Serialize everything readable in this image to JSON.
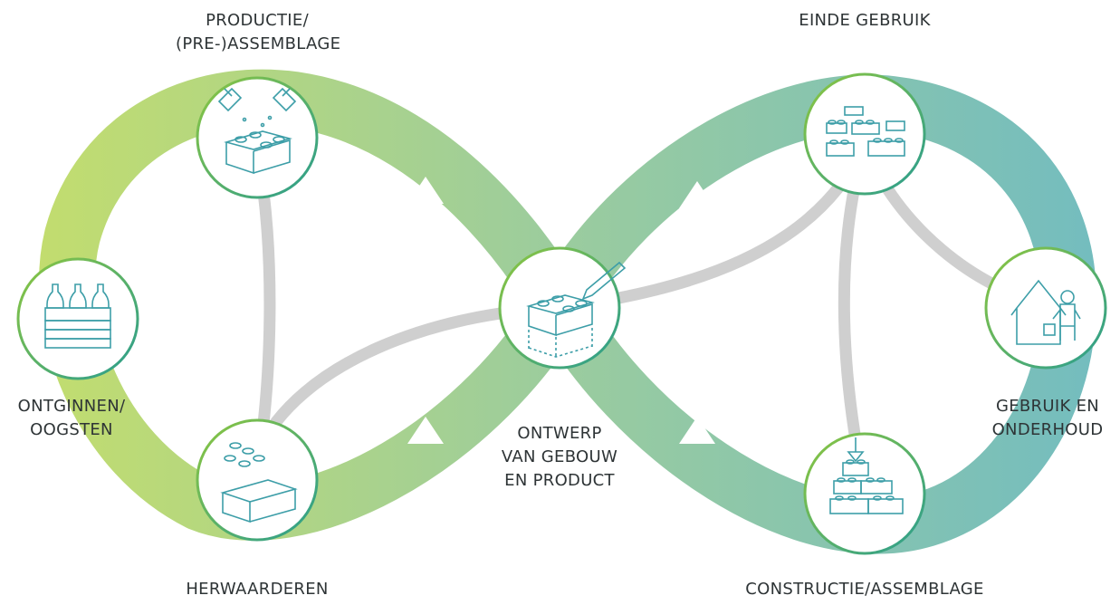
{
  "diagram": {
    "colors": {
      "band_start": "#c5de6b",
      "band_mid": "#9bcc9e",
      "band_end": "#72bcc0",
      "connector": "#cfcfcf",
      "circle_border_green": "#8cc63f",
      "circle_border_teal": "#2a9d8f",
      "icon_stroke": "#3d9ea8",
      "text": "#2e3436"
    },
    "stages": [
      {
        "id": "productie",
        "lines": [
          "PRODUCTIE/",
          "(PRE-)ASSEMBLAGE"
        ],
        "icon": "glue-bottles-brick-icon"
      },
      {
        "id": "ontginnen",
        "lines": [
          "ONTGINNEN/",
          "OOGSTEN"
        ],
        "icon": "bottle-crate-icon"
      },
      {
        "id": "herwaarderen",
        "lines": [
          "HERWAARDEREN"
        ],
        "icon": "brick-parts-icon"
      },
      {
        "id": "ontwerp",
        "lines": [
          "ONTWERP",
          "VAN GEBOUW",
          "EN PRODUCT"
        ],
        "icon": "brick-pencil-icon"
      },
      {
        "id": "einde",
        "lines": [
          "EINDE GEBRUIK"
        ],
        "icon": "scattered-bricks-icon"
      },
      {
        "id": "gebruik",
        "lines": [
          "GEBRUIK EN",
          "ONDERHOUD"
        ],
        "icon": "house-figure-icon"
      },
      {
        "id": "constructie",
        "lines": [
          "CONSTRUCTIE/ASSEMBLAGE"
        ],
        "icon": "crane-bricks-icon"
      }
    ]
  }
}
